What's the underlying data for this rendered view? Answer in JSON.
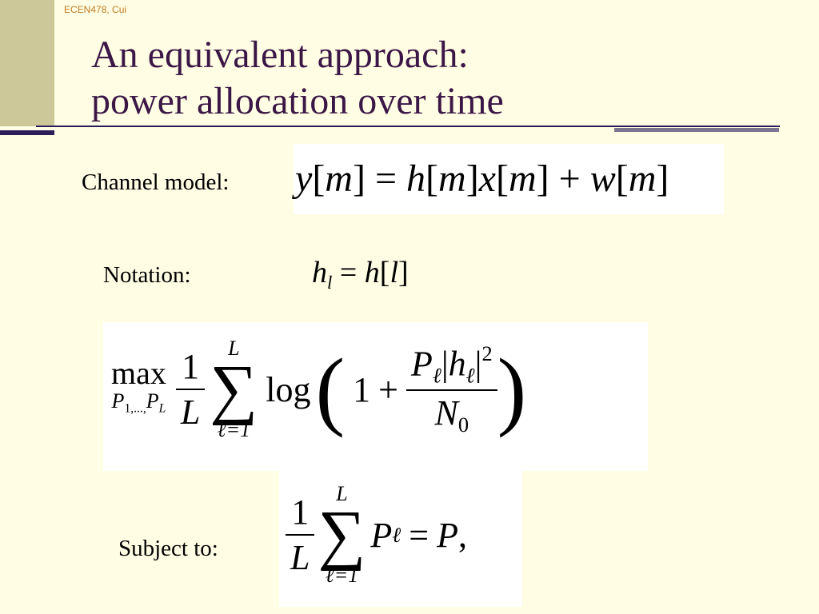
{
  "header": {
    "tag": "ECEN478, Cui"
  },
  "title": {
    "line1": "An equivalent approach:",
    "line2": "power allocation over time"
  },
  "channel": {
    "label": "Channel model:",
    "y": "y",
    "h": "h",
    "x": "x",
    "w": "w",
    "m": "m",
    "lb": "[",
    "rb": "]",
    "eq": "=",
    "plus": "+"
  },
  "notation": {
    "label": "Notation:",
    "h": "h",
    "l": "l",
    "eq": "=",
    "lb": "[",
    "rb": "]"
  },
  "objective": {
    "op": "max",
    "op_sub": "P",
    "op_sub_rest": "1,...,",
    "op_sub_P": "P",
    "op_sub_L": "L",
    "one": "1",
    "L": "L",
    "sum_upper": "L",
    "sum_lower": "ℓ=1",
    "sigma": "∑",
    "log": "log",
    "lparen": "(",
    "rparen": ")",
    "plus": "+",
    "P": "P",
    "ell": "ℓ",
    "abs_open": "|",
    "abs_close": "|",
    "h": "h",
    "sq": "2",
    "N": "N",
    "zero": "0"
  },
  "constraint": {
    "label": "Subject to:",
    "one": "1",
    "L": "L",
    "sum_upper": "L",
    "sum_lower": "ℓ=1",
    "sigma": "∑",
    "P": "P",
    "ell": "ℓ",
    "eq": "=",
    "rhs": "P",
    "comma": ","
  }
}
